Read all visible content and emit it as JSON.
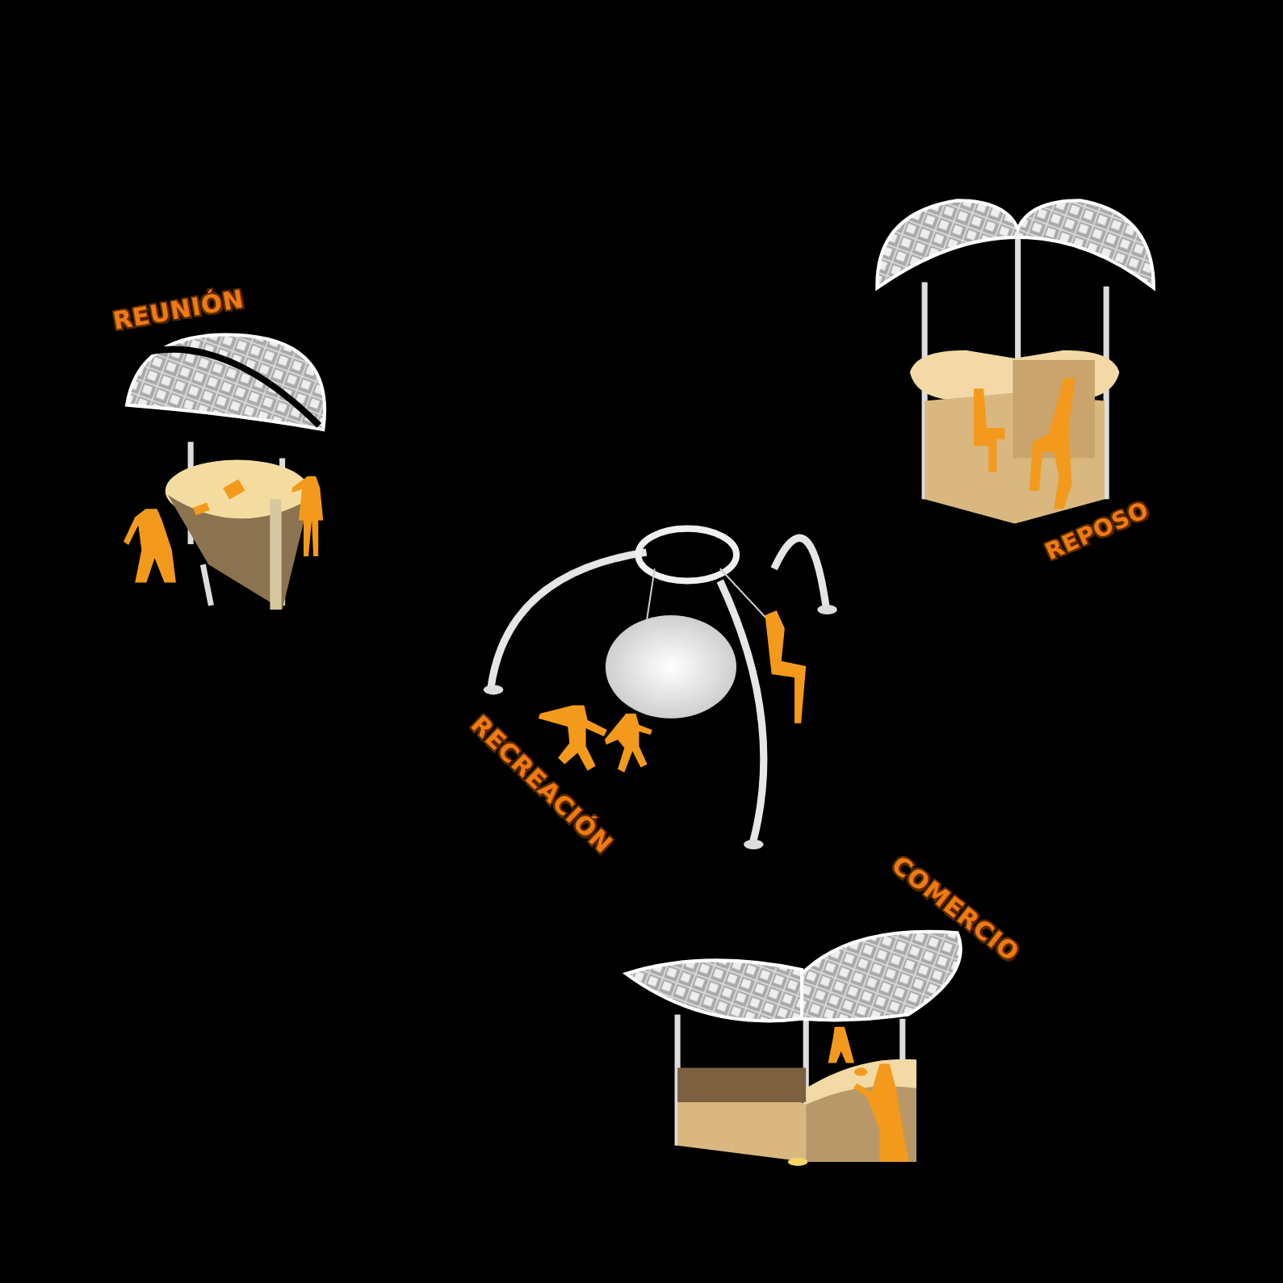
{
  "diagram": {
    "labels": [
      "REUNIÓN",
      "REPOSO",
      "RECREACIÓN",
      "COMERCIO"
    ]
  }
}
